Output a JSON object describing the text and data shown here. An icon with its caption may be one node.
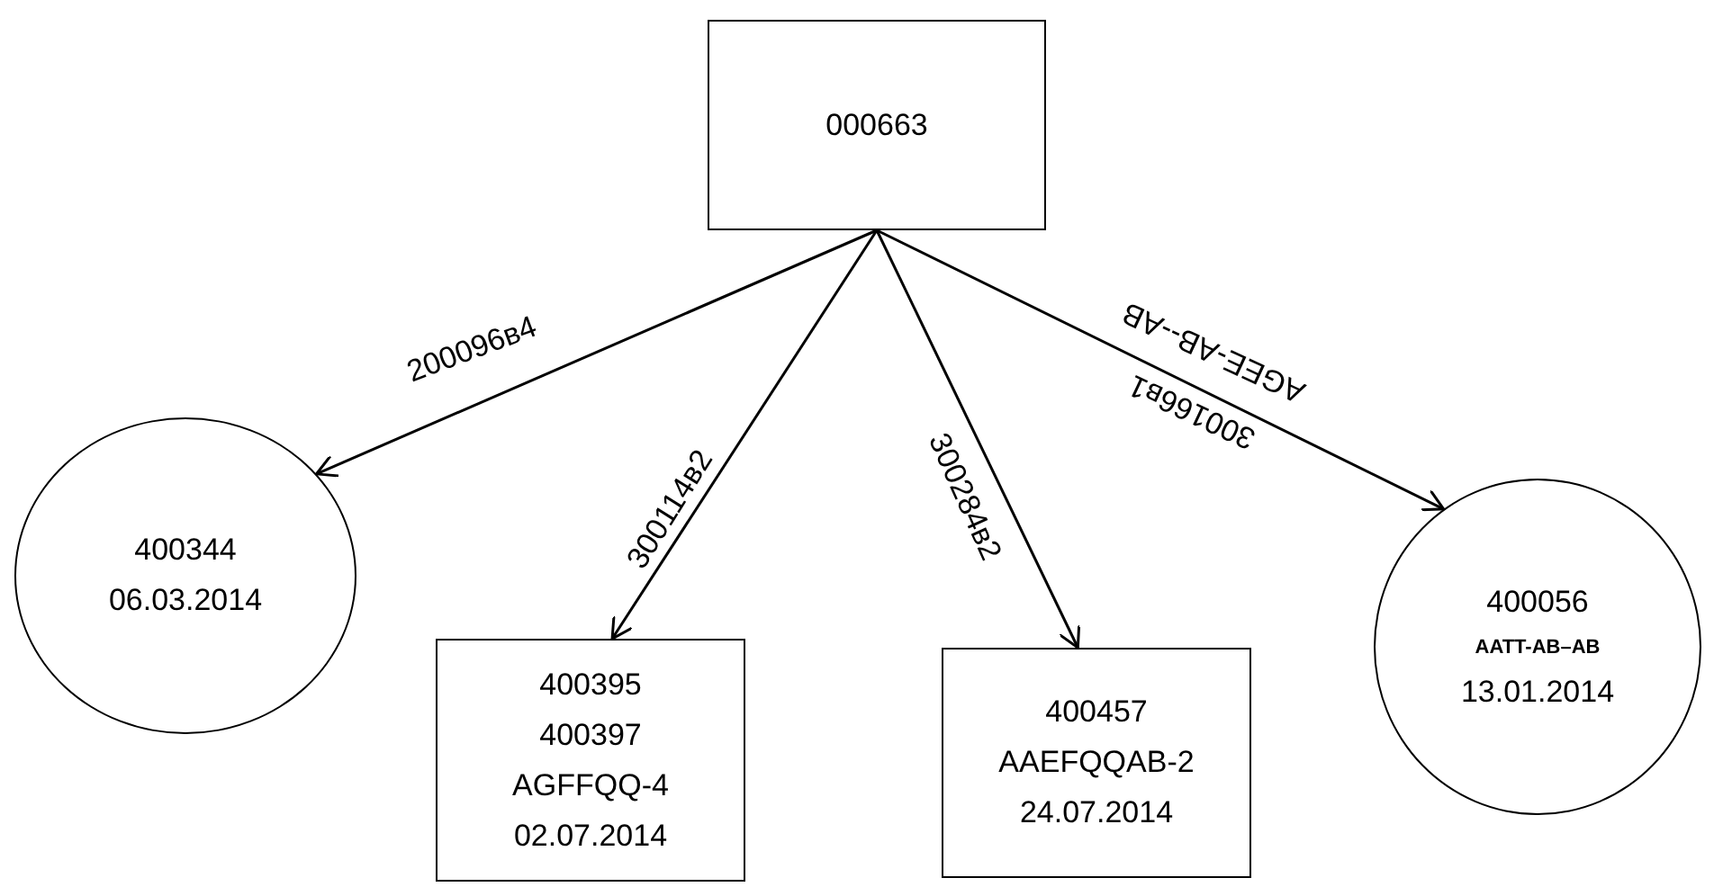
{
  "diagram": {
    "nodes": [
      {
        "text": [
          "000663"
        ]
      },
      {
        "text": [
          "400344",
          "06.03.2014"
        ]
      },
      {
        "text": [
          "400395",
          "400397",
          "AGFFQQ-4",
          "02.07.2014"
        ]
      },
      {
        "text": [
          "400457",
          "AAEFQQAB-2",
          "24.07.2014"
        ]
      },
      {
        "text": [
          "400056",
          "AATT-AB–AB",
          "13.01.2014"
        ]
      }
    ],
    "edges": [
      {
        "from": 0,
        "to": 1,
        "arrow": "to",
        "label": "200096в4"
      },
      {
        "from": 0,
        "to": 2,
        "arrow": "to",
        "label": "300114в2"
      },
      {
        "from": 0,
        "to": 3,
        "arrow": "to",
        "label": "300284в2"
      },
      {
        "from": 0,
        "to": 4,
        "arrow": "to",
        "label": "300166в1"
      }
    ],
    "labels": [
      "AGEE-AB--AB"
    ]
  }
}
